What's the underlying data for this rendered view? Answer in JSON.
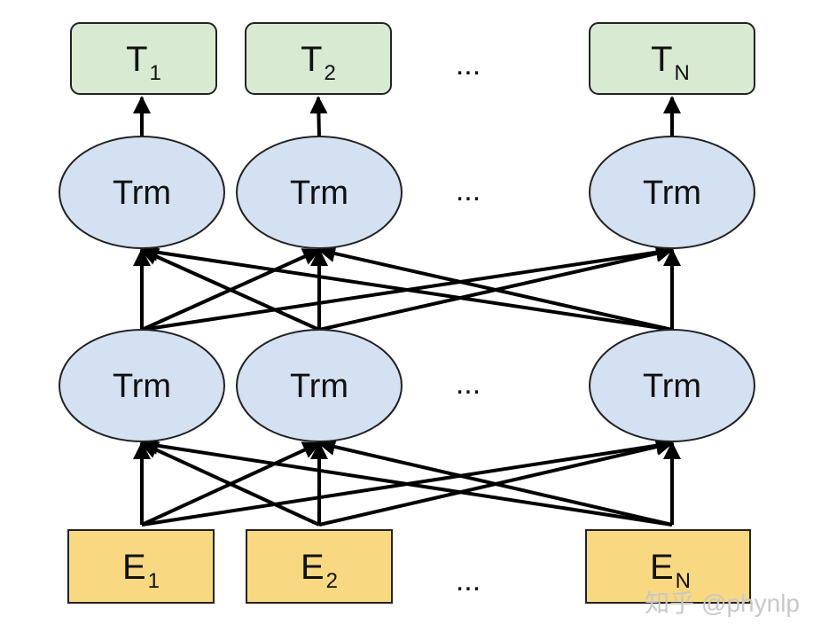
{
  "diagram": {
    "outputs": [
      {
        "main": "T",
        "sub": "1"
      },
      {
        "main": "T",
        "sub": "2"
      },
      {
        "main": "T",
        "sub": "N"
      }
    ],
    "layer2": [
      "Trm",
      "Trm",
      "Trm"
    ],
    "layer1": [
      "Trm",
      "Trm",
      "Trm"
    ],
    "inputs": [
      {
        "main": "E",
        "sub": "1"
      },
      {
        "main": "E",
        "sub": "2"
      },
      {
        "main": "E",
        "sub": "N"
      }
    ],
    "ellipsis": "...",
    "watermark": "知乎 @phynlp"
  },
  "colors": {
    "output_fill": "#d9ead3",
    "node_fill": "#d4e1f2",
    "input_fill": "#f9d882",
    "stroke": "#222222",
    "arrow": "#000000",
    "watermark": "#c8c8c8"
  }
}
